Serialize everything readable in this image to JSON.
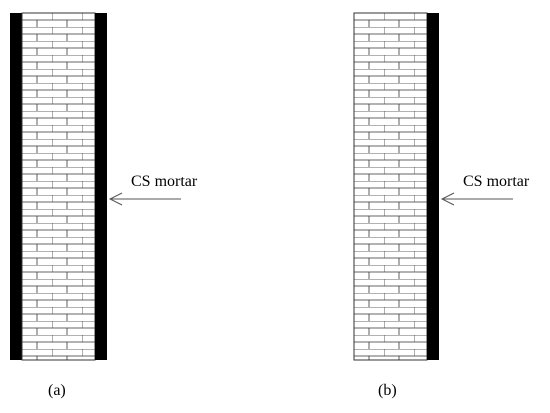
{
  "panels": [
    {
      "caption": "(a)",
      "annotation": "CS mortar",
      "mortar_layers": "both sides"
    },
    {
      "caption": "(b)",
      "annotation": "CS mortar",
      "mortar_layers": "right side"
    }
  ],
  "colors": {
    "mortar": "#000000",
    "brick_line": "#333333",
    "background": "#ffffff"
  }
}
